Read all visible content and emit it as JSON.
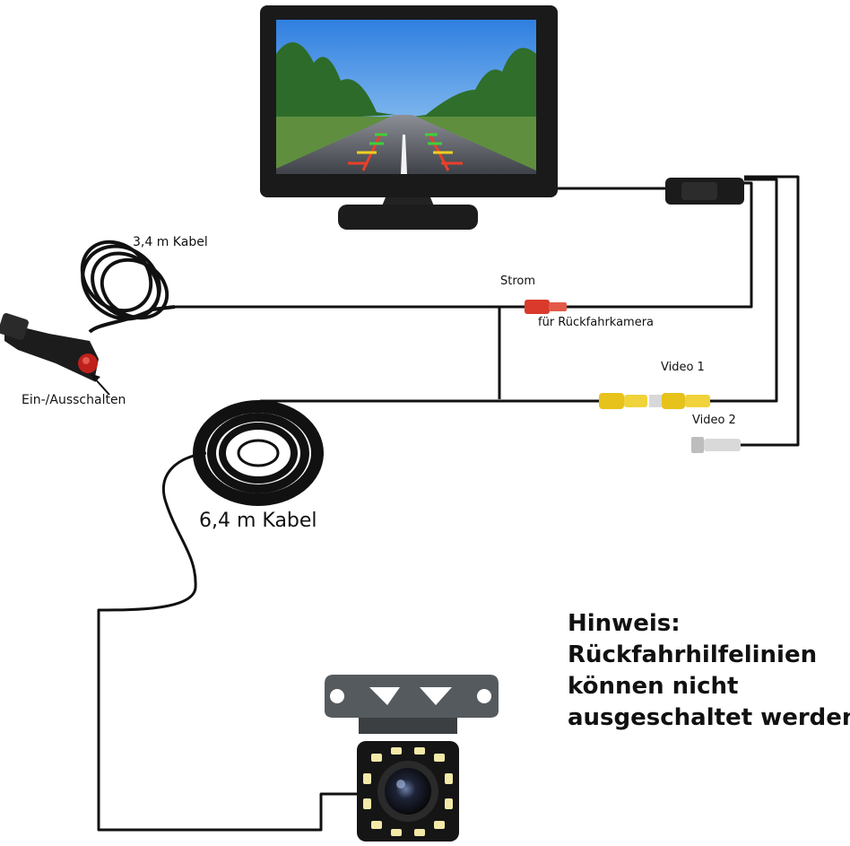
{
  "labels": {
    "cable_short": "3,4 m Kabel",
    "switch": "Ein-/Ausschalten",
    "power": "Strom",
    "power_sub": "für Rückfahrkamera",
    "video1": "Video 1",
    "video2": "Video 2",
    "cable_long": "6,4 m Kabel"
  },
  "note": {
    "lines": [
      "Hinweis:",
      "Rückfahrhilfelinien",
      "können nicht",
      "ausgeschaltet werden."
    ]
  },
  "colors": {
    "cable": "#111111",
    "power_connector": "#d93a2b",
    "video1_connector": "#e6c21a",
    "video2_connector": "#cfcfcf",
    "switch_button": "#c0201c",
    "camera_led": "#f3e9a8"
  },
  "icons": [
    "monitor-icon",
    "car-charger-icon",
    "camera-icon"
  ]
}
